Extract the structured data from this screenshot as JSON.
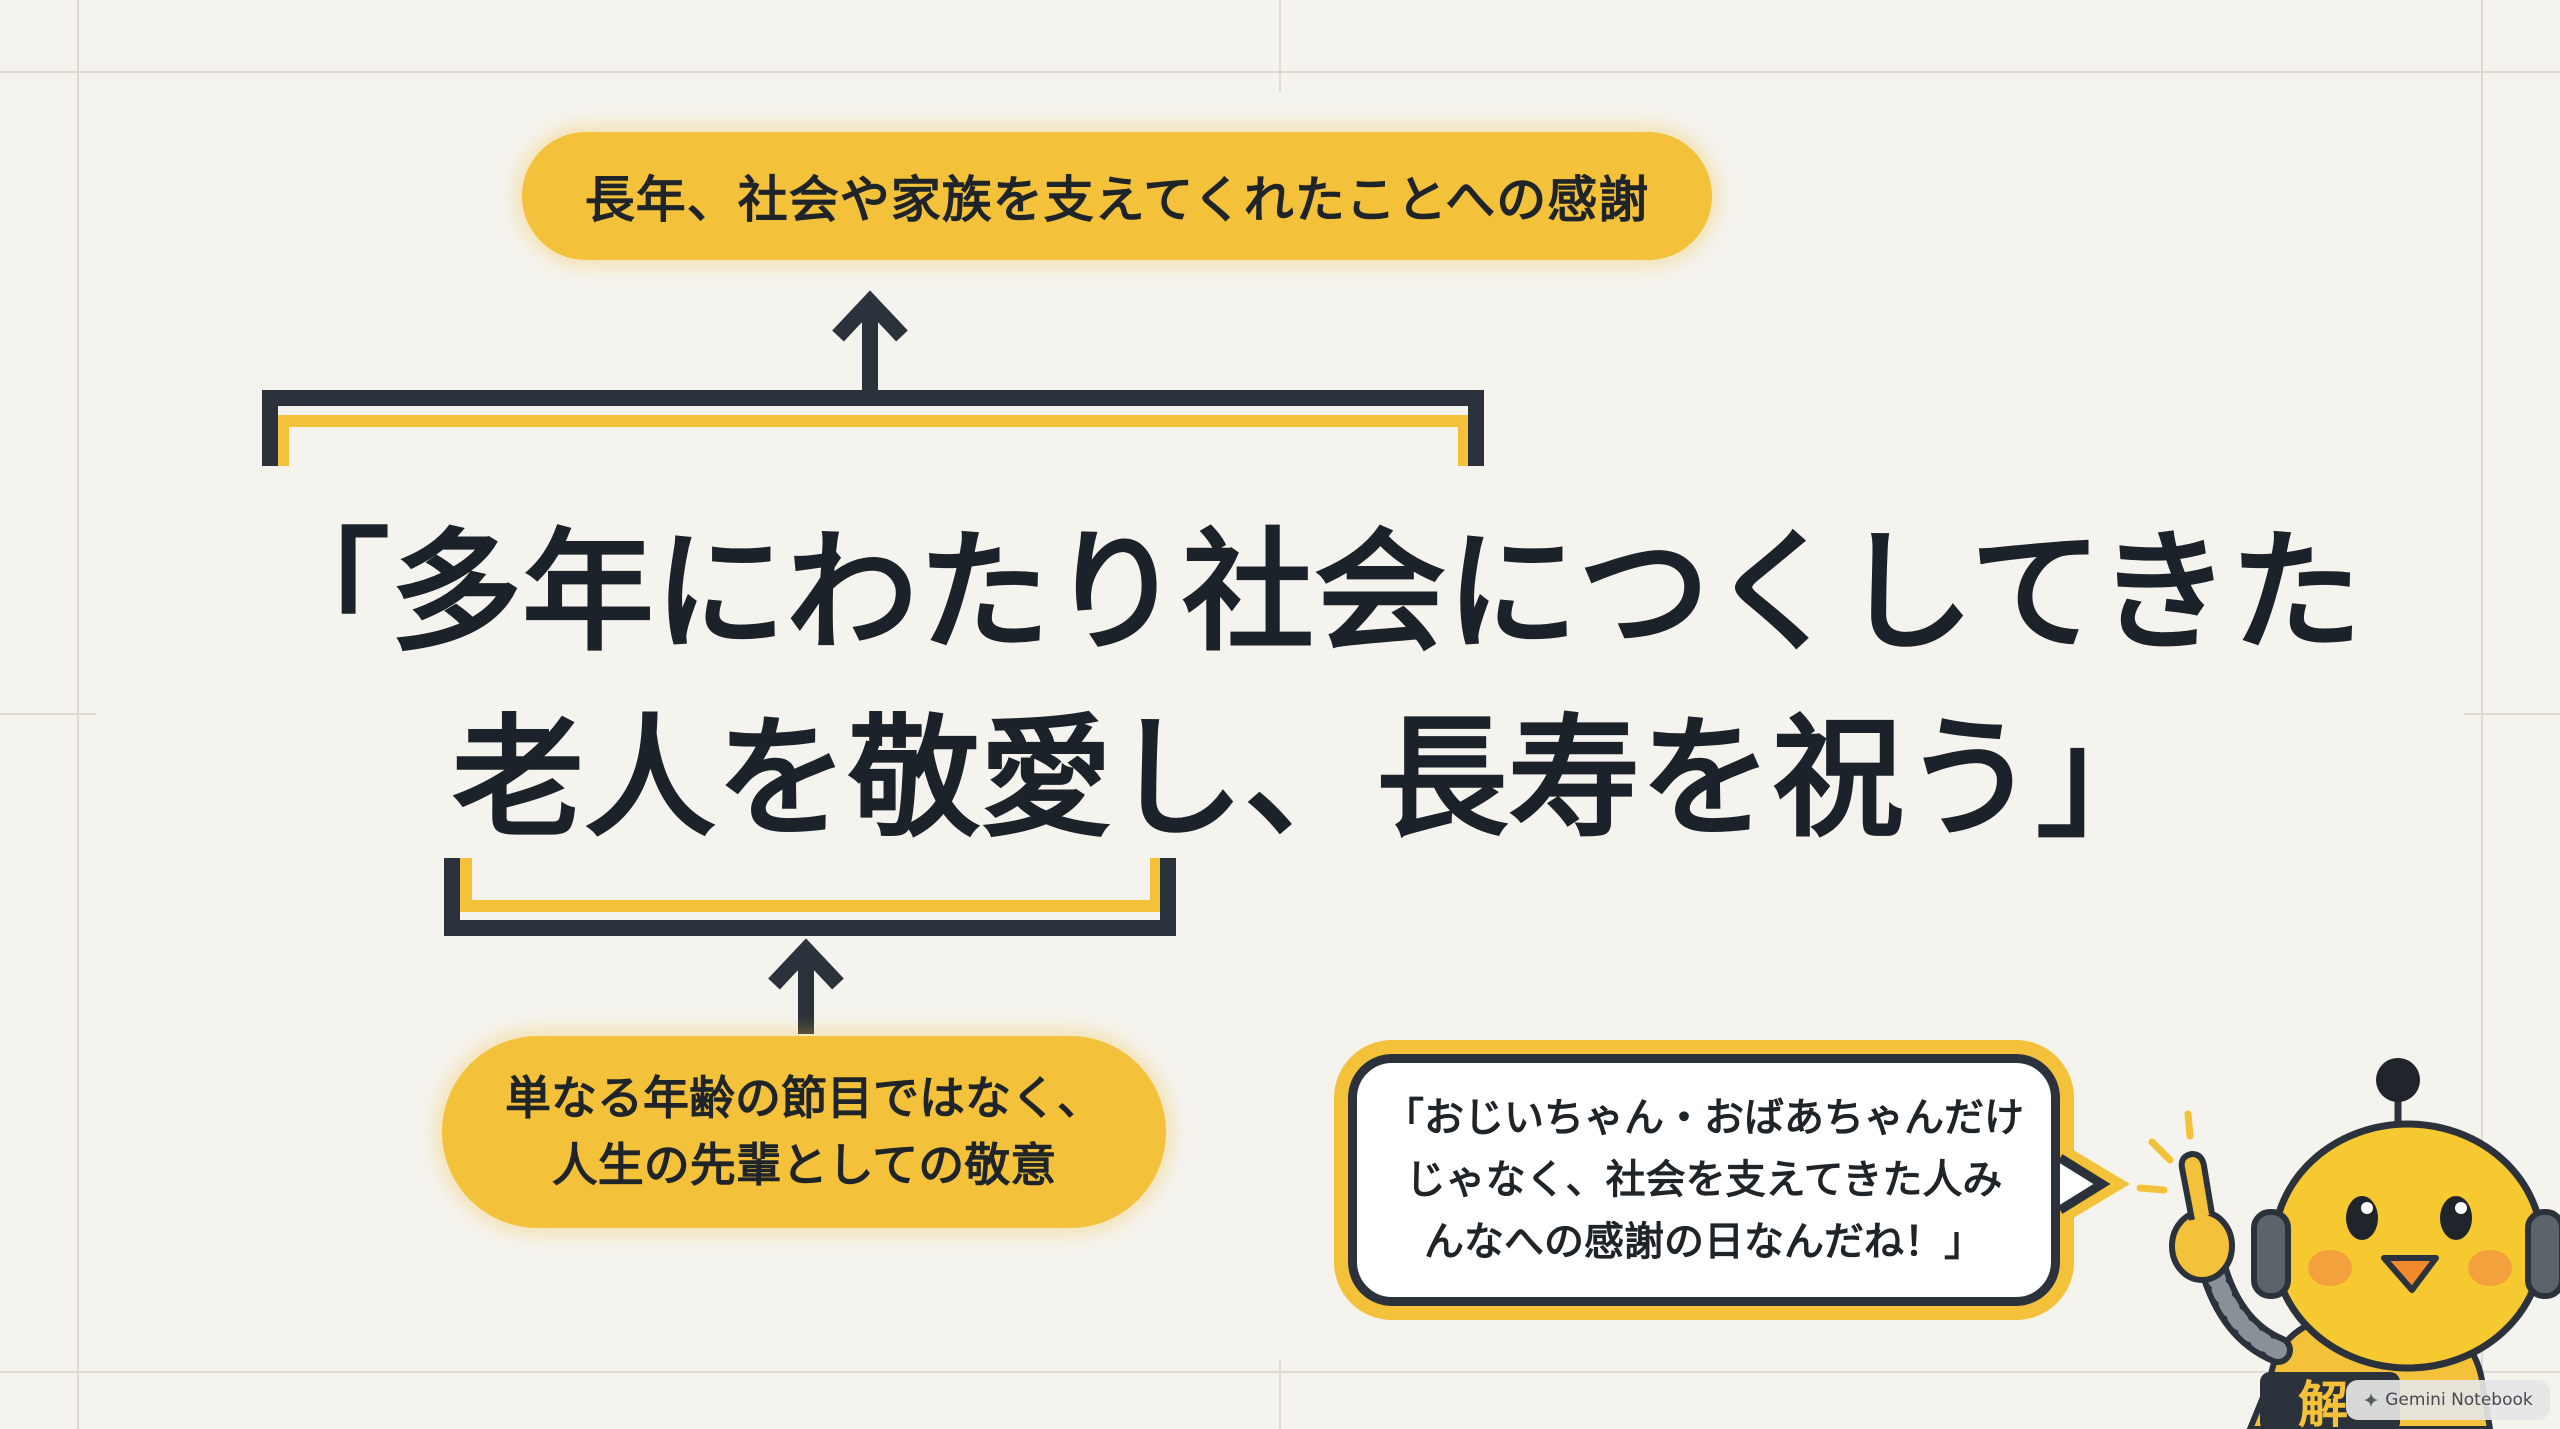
{
  "top_note": "長年、社会や家族を支えてくれたことへの感謝",
  "main_quote": {
    "line1": "「多年にわたり社会につくしてきた",
    "line2": "老人を敬愛し、長寿を祝う」"
  },
  "bottom_note": {
    "line1": "単なる年齢の節目ではなく、",
    "line2": "人生の先輩としての敬意"
  },
  "speech": {
    "line1": "「おじいちゃん・おばあちゃんだけ",
    "line2": "じゃなく、社会を支えてきた人み",
    "line3": "んなへの感謝の日なんだね！」"
  },
  "mascot_badge_char": "解",
  "watermark": "Gemini Notebook",
  "colors": {
    "background": "#f5f3ee",
    "accent_yellow": "#f3c13a",
    "dark": "#2b323b",
    "text": "#1c2229"
  },
  "icons": [
    "up-arrow-icon",
    "sparkle-icon"
  ]
}
